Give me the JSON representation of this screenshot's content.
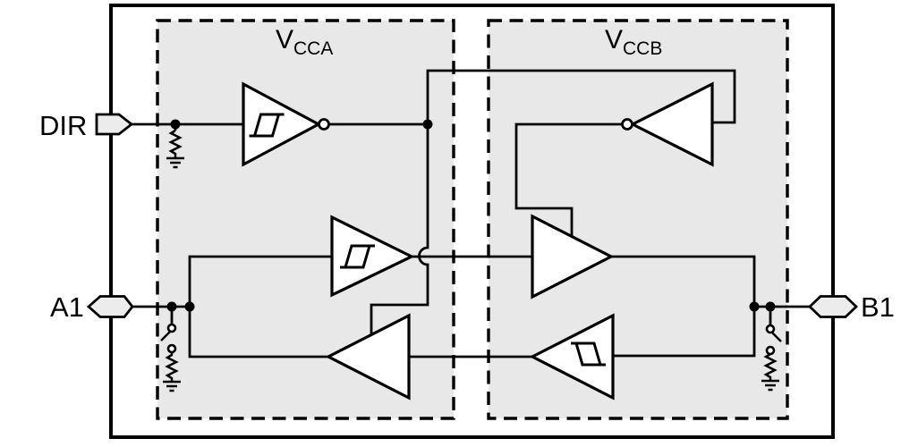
{
  "diagram_title": "bus-transceiver-functional-block-diagram",
  "pins": {
    "dir": {
      "label": "DIR",
      "direction": "input"
    },
    "a1": {
      "label": "A1",
      "direction": "bidirectional"
    },
    "b1": {
      "label": "B1",
      "direction": "bidirectional"
    }
  },
  "domains": {
    "vcca": {
      "main": "V",
      "sub": "CCA"
    },
    "vccb": {
      "main": "V",
      "sub": "CCB"
    }
  },
  "components": {
    "dir_input_stage": "schmitt-trigger-inverter-with-pulldown",
    "vccb_enable_stage": "inverter",
    "a_to_b_input": "schmitt-trigger-buffer",
    "a_to_b_driver": "buffer-with-enable",
    "b_to_a_input": "schmitt-trigger-inverter-shape-no-bubble",
    "b_to_a_driver": "buffer-with-enable",
    "a1_termination": "switched-pulldown-resistor-to-ground",
    "b1_termination": "switched-pulldown-resistor-to-ground"
  },
  "colors": {
    "line": "#000000",
    "region_fill": "#e8e8e8",
    "pin_fill": "#ececec",
    "background": "#ffffff"
  }
}
